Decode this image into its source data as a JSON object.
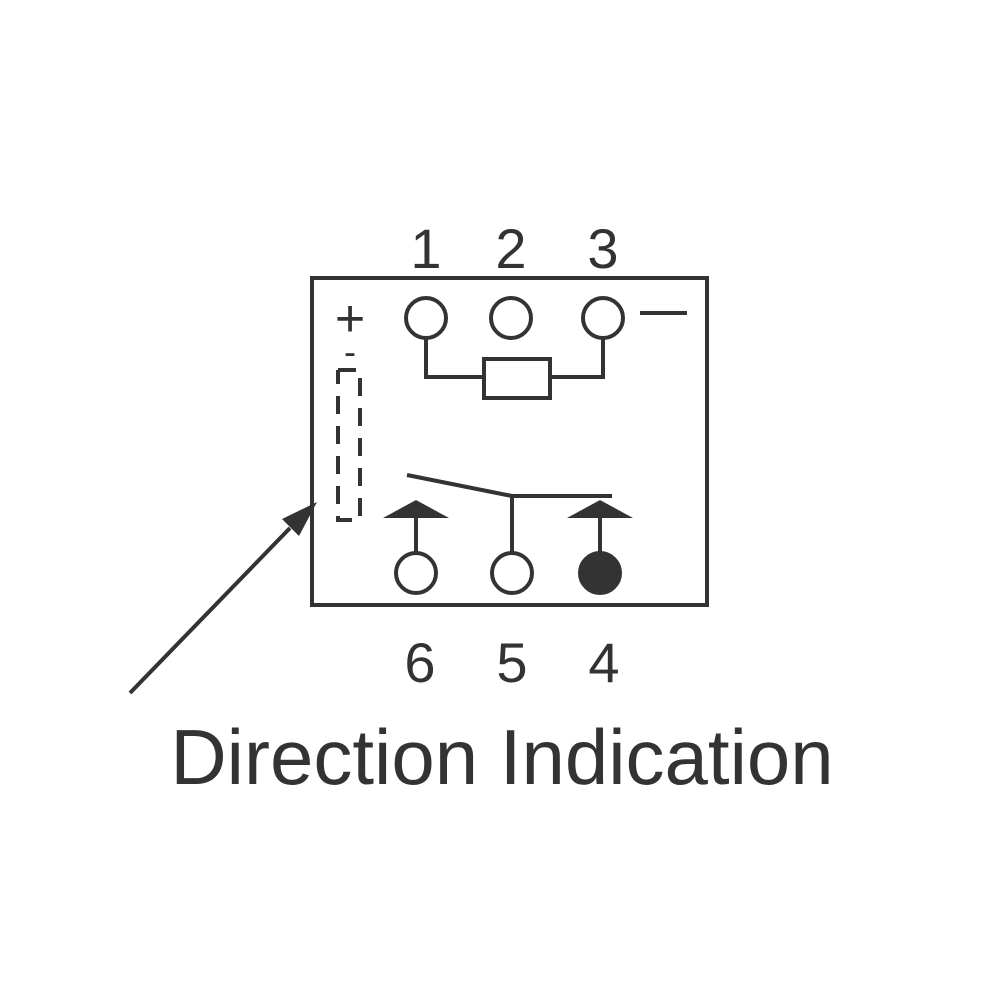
{
  "colors": {
    "ink": "#333333",
    "background": "#ffffff"
  },
  "pins_top": [
    "1",
    "2",
    "3"
  ],
  "pins_bottom": [
    "6",
    "5",
    "4"
  ],
  "polarity": {
    "plus": "+",
    "minus": "−",
    "indicator_minus": "-"
  },
  "caption": "Direction Indication",
  "icons": {
    "coil": "rectangle-resistor-symbol",
    "contact": "spdt-switch-arm",
    "pin_open": "open-circle",
    "pin_filled": "filled-circle",
    "pointer": "arrow"
  }
}
